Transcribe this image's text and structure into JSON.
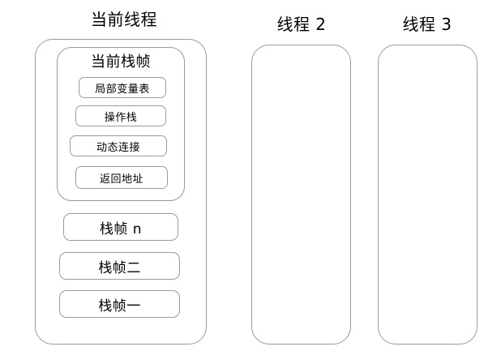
{
  "diagram": {
    "type": "jvm-thread-stack-diagram",
    "background_color": "#ffffff",
    "border_color": "#9a9a9a",
    "text_color": "#000000"
  },
  "columns": [
    {
      "id": "current-thread",
      "title": "当前线程",
      "has_content": true
    },
    {
      "id": "thread-2",
      "title": "线程 2",
      "has_content": false
    },
    {
      "id": "thread-3",
      "title": "线程 3",
      "has_content": false
    }
  ],
  "current_frame": {
    "title": "当前栈帧",
    "slots": [
      {
        "label": "局部变量表"
      },
      {
        "label": "操作栈"
      },
      {
        "label": "动态连接"
      },
      {
        "label": "返回地址"
      }
    ]
  },
  "stack_frames": [
    {
      "label": "栈帧 n"
    },
    {
      "label": "栈帧二"
    },
    {
      "label": "栈帧一"
    }
  ]
}
